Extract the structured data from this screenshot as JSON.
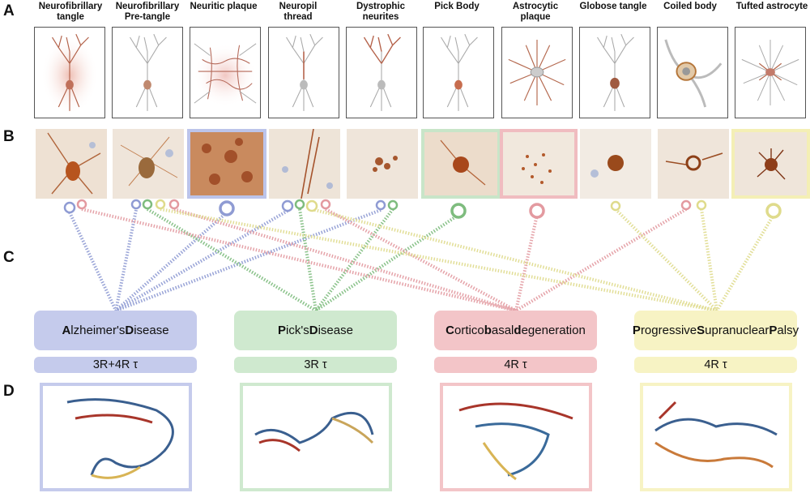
{
  "panel_labels": [
    "A",
    "B",
    "C",
    "D"
  ],
  "columns": [
    {
      "title": "Neurofibrillary tangle"
    },
    {
      "title": "Neurofibrillary Pre-tangle"
    },
    {
      "title": "Neuritic plaque"
    },
    {
      "title": "Neuropil thread"
    },
    {
      "title": "Dystrophic neurites"
    },
    {
      "title": "Pick Body"
    },
    {
      "title": "Astrocytic plaque"
    },
    {
      "title": "Globose tangle"
    },
    {
      "title": "Coiled body"
    },
    {
      "title": "Tufted astrocyte"
    }
  ],
  "diseases": [
    {
      "name_html": "<b>A</b>lzheimer's <b>D</b>isease",
      "tau": "3R+4R τ",
      "color": "#c5cbec",
      "border": "#b9c1e6"
    },
    {
      "name_html": "<b>P</b>ick's <b>D</b>isease",
      "tau": "3R τ",
      "color": "#cfe9cf",
      "border": "#c3e3c3"
    },
    {
      "name_html": "<b>C</b>ortico<b>b</b>asal<br><b>d</b>egeneration",
      "tau": "4R τ",
      "color": "#f3c5c8",
      "border": "#efb7bb"
    },
    {
      "name_html": "<b>P</b>rogressive <b>S</b>upranuclear<br><b>P</b>alsy",
      "tau": "4R τ",
      "color": "#f7f3c4",
      "border": "#f3eeb0"
    }
  ],
  "disease_colors": {
    "AD": "#8f9bd3",
    "PiD": "#7ebc7e",
    "CBD": "#e39aa0",
    "PSP": "#dfdb8c"
  }
}
